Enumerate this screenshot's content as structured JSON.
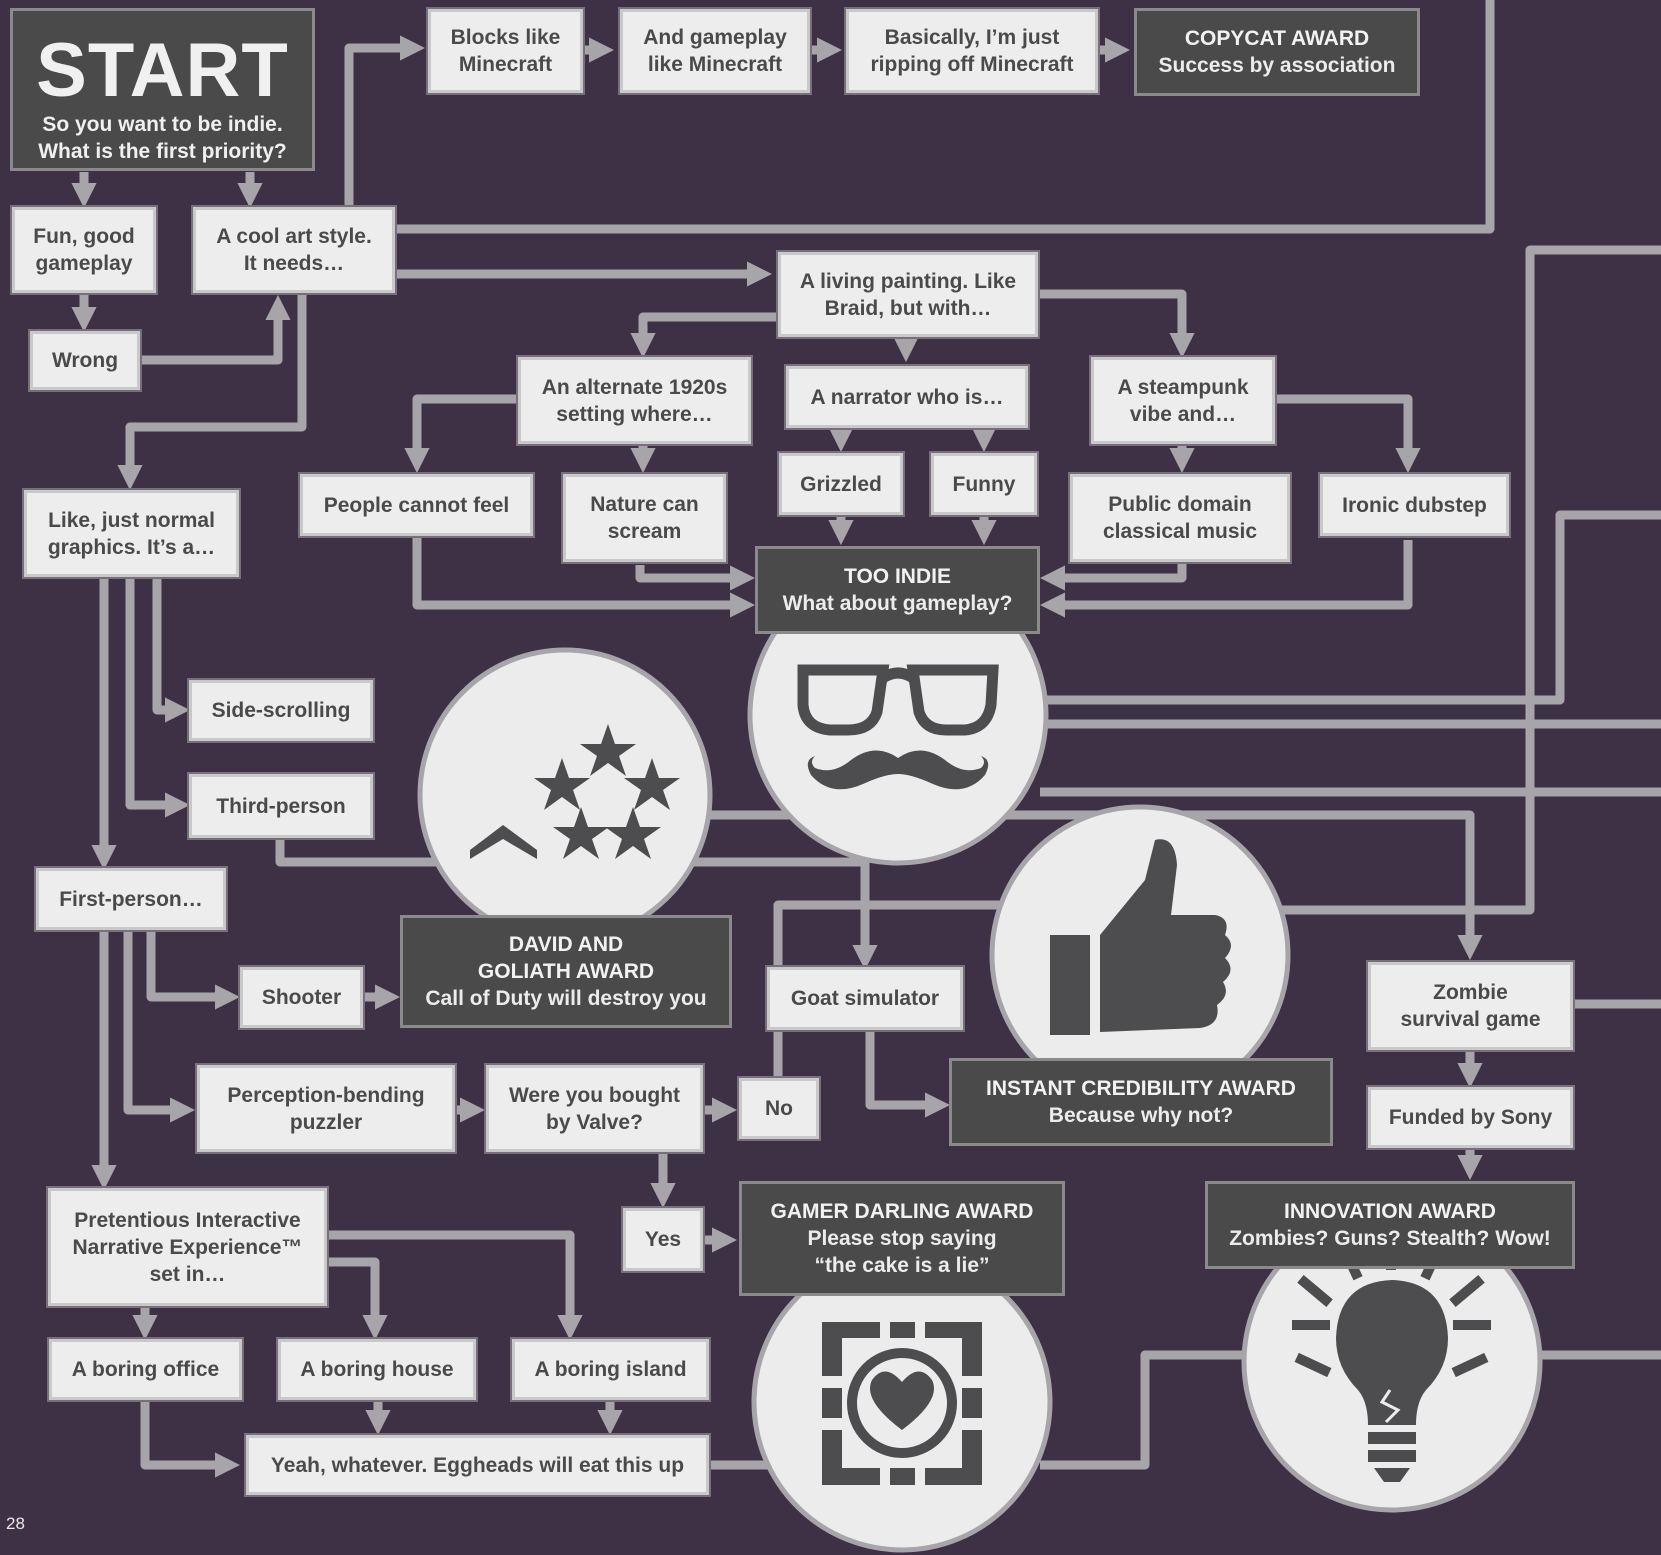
{
  "start": {
    "title": "START",
    "subtitle": "So you want to be indie.\nWhat is the first priority?"
  },
  "nodes": {
    "blocks": "Blocks like\nMinecraft",
    "gameplay_mc": "And gameplay\nlike Minecraft",
    "ripping": "Basically, I’m just\nripping off Minecraft",
    "fun": "Fun, good\ngameplay",
    "cool_art": "A cool art style.\nIt needs…",
    "wrong": "Wrong",
    "living_painting": "A living painting. Like\nBraid, but with…",
    "alt_1920s": "An alternate 1920s\nsetting where…",
    "narrator": "A narrator who is…",
    "steampunk": "A steampunk\nvibe and…",
    "grizzled": "Grizzled",
    "funny": "Funny",
    "people_feel": "People cannot feel",
    "nature_scream": "Nature can\nscream",
    "public_domain": "Public domain\nclassical music",
    "ironic_dubstep": "Ironic dubstep",
    "normal_graphics": "Like, just normal\ngraphics. It’s a…",
    "side_scrolling": "Side-scrolling",
    "third_person": "Third-person",
    "first_person": "First-person…",
    "shooter": "Shooter",
    "goat_sim": "Goat simulator",
    "perception": "Perception-bending\npuzzler",
    "valve": "Were you bought\nby Valve?",
    "no": "No",
    "yes": "Yes",
    "zombie": "Zombie\nsurvival game",
    "sony": "Funded by Sony",
    "pretentious": "Pretentious Interactive\nNarrative Experience™\nset in…",
    "boring_office": "A boring office",
    "boring_house": "A boring house",
    "boring_island": "A boring island",
    "eggheads": "Yeah, whatever. Eggheads will eat this up"
  },
  "awards": {
    "copycat": {
      "title": "COPYCAT AWARD",
      "subtitle": "Success by association"
    },
    "too_indie": {
      "title": "TOO INDIE",
      "subtitle": "What about gameplay?"
    },
    "david_goliath": {
      "title": "DAVID AND\nGOLIATH AWARD",
      "subtitle": "Call of Duty will destroy you"
    },
    "instant_cred": {
      "title": "INSTANT CREDIBILITY AWARD",
      "subtitle": "Because why not?"
    },
    "gamer_darling": {
      "title": "GAMER DARLING AWARD",
      "subtitle": "Please stop saying\n“the cake is a lie”"
    },
    "innovation": {
      "title": "INNOVATION AWARD",
      "subtitle": "Zombies? Guns? Stealth? Wow!"
    }
  },
  "icons": [
    "hipster-glasses-mustache-icon",
    "rank-stars-icon",
    "thumbs-up-icon",
    "companion-cube-icon",
    "lightbulb-icon"
  ],
  "colors": {
    "background": "#3f3145",
    "box": "#ededed",
    "award": "#4a4a4b",
    "connector": "#a7a5aa",
    "circle": "#ececec"
  },
  "page_number": "28"
}
